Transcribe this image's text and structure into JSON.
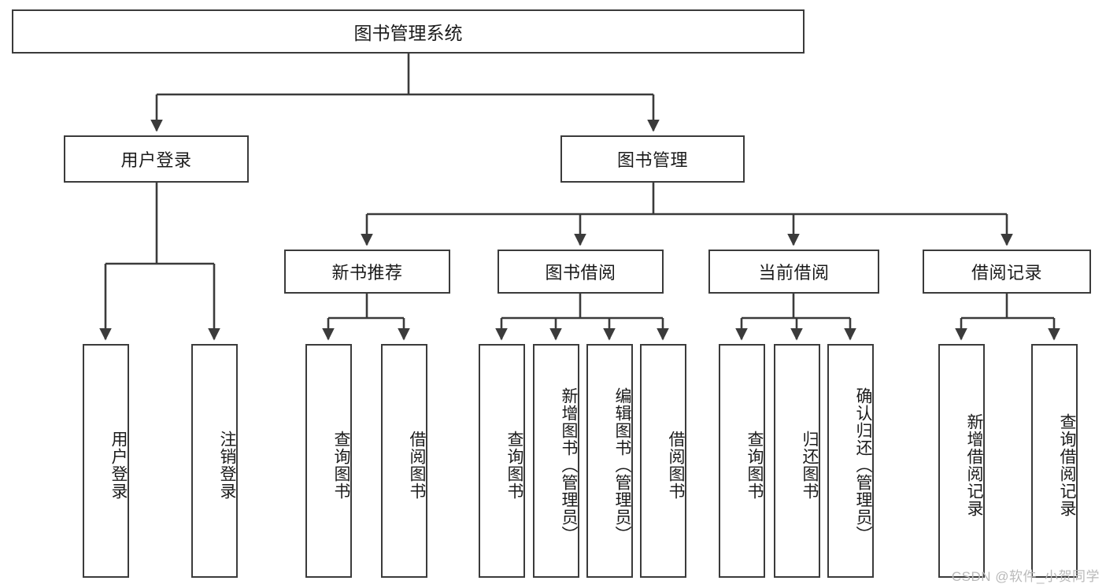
{
  "diagram": {
    "title": "图书管理系统",
    "root": {
      "label": "图书管理系统"
    },
    "level2": [
      {
        "label": "用户登录"
      },
      {
        "label": "图书管理"
      }
    ],
    "level3": [
      {
        "label": "新书推荐"
      },
      {
        "label": "图书借阅"
      },
      {
        "label": "当前借阅"
      },
      {
        "label": "借阅记录"
      }
    ],
    "leaves": {
      "user_login": [
        {
          "label": "用户登录"
        },
        {
          "label": "注销登录"
        }
      ],
      "new_book_recommend": [
        {
          "label": "查询图书"
        },
        {
          "label": "借阅图书"
        }
      ],
      "book_borrow": [
        {
          "label": "查询图书"
        },
        {
          "label": "新增图书（管理员）"
        },
        {
          "label": "编辑图书（管理员）"
        },
        {
          "label": "借阅图书"
        }
      ],
      "current_borrow": [
        {
          "label": "查询图书"
        },
        {
          "label": "归还图书"
        },
        {
          "label": "确认归还（管理员）"
        }
      ],
      "borrow_record": [
        {
          "label": "新增借阅记录"
        },
        {
          "label": "查询借阅记录"
        }
      ]
    }
  },
  "watermark": {
    "text": "CSDN @软件_小贺同学"
  },
  "colors": {
    "stroke": "#3b3b3b",
    "text": "#1b1b1b",
    "background": "#ffffff",
    "watermark": "#b9b9b9"
  }
}
